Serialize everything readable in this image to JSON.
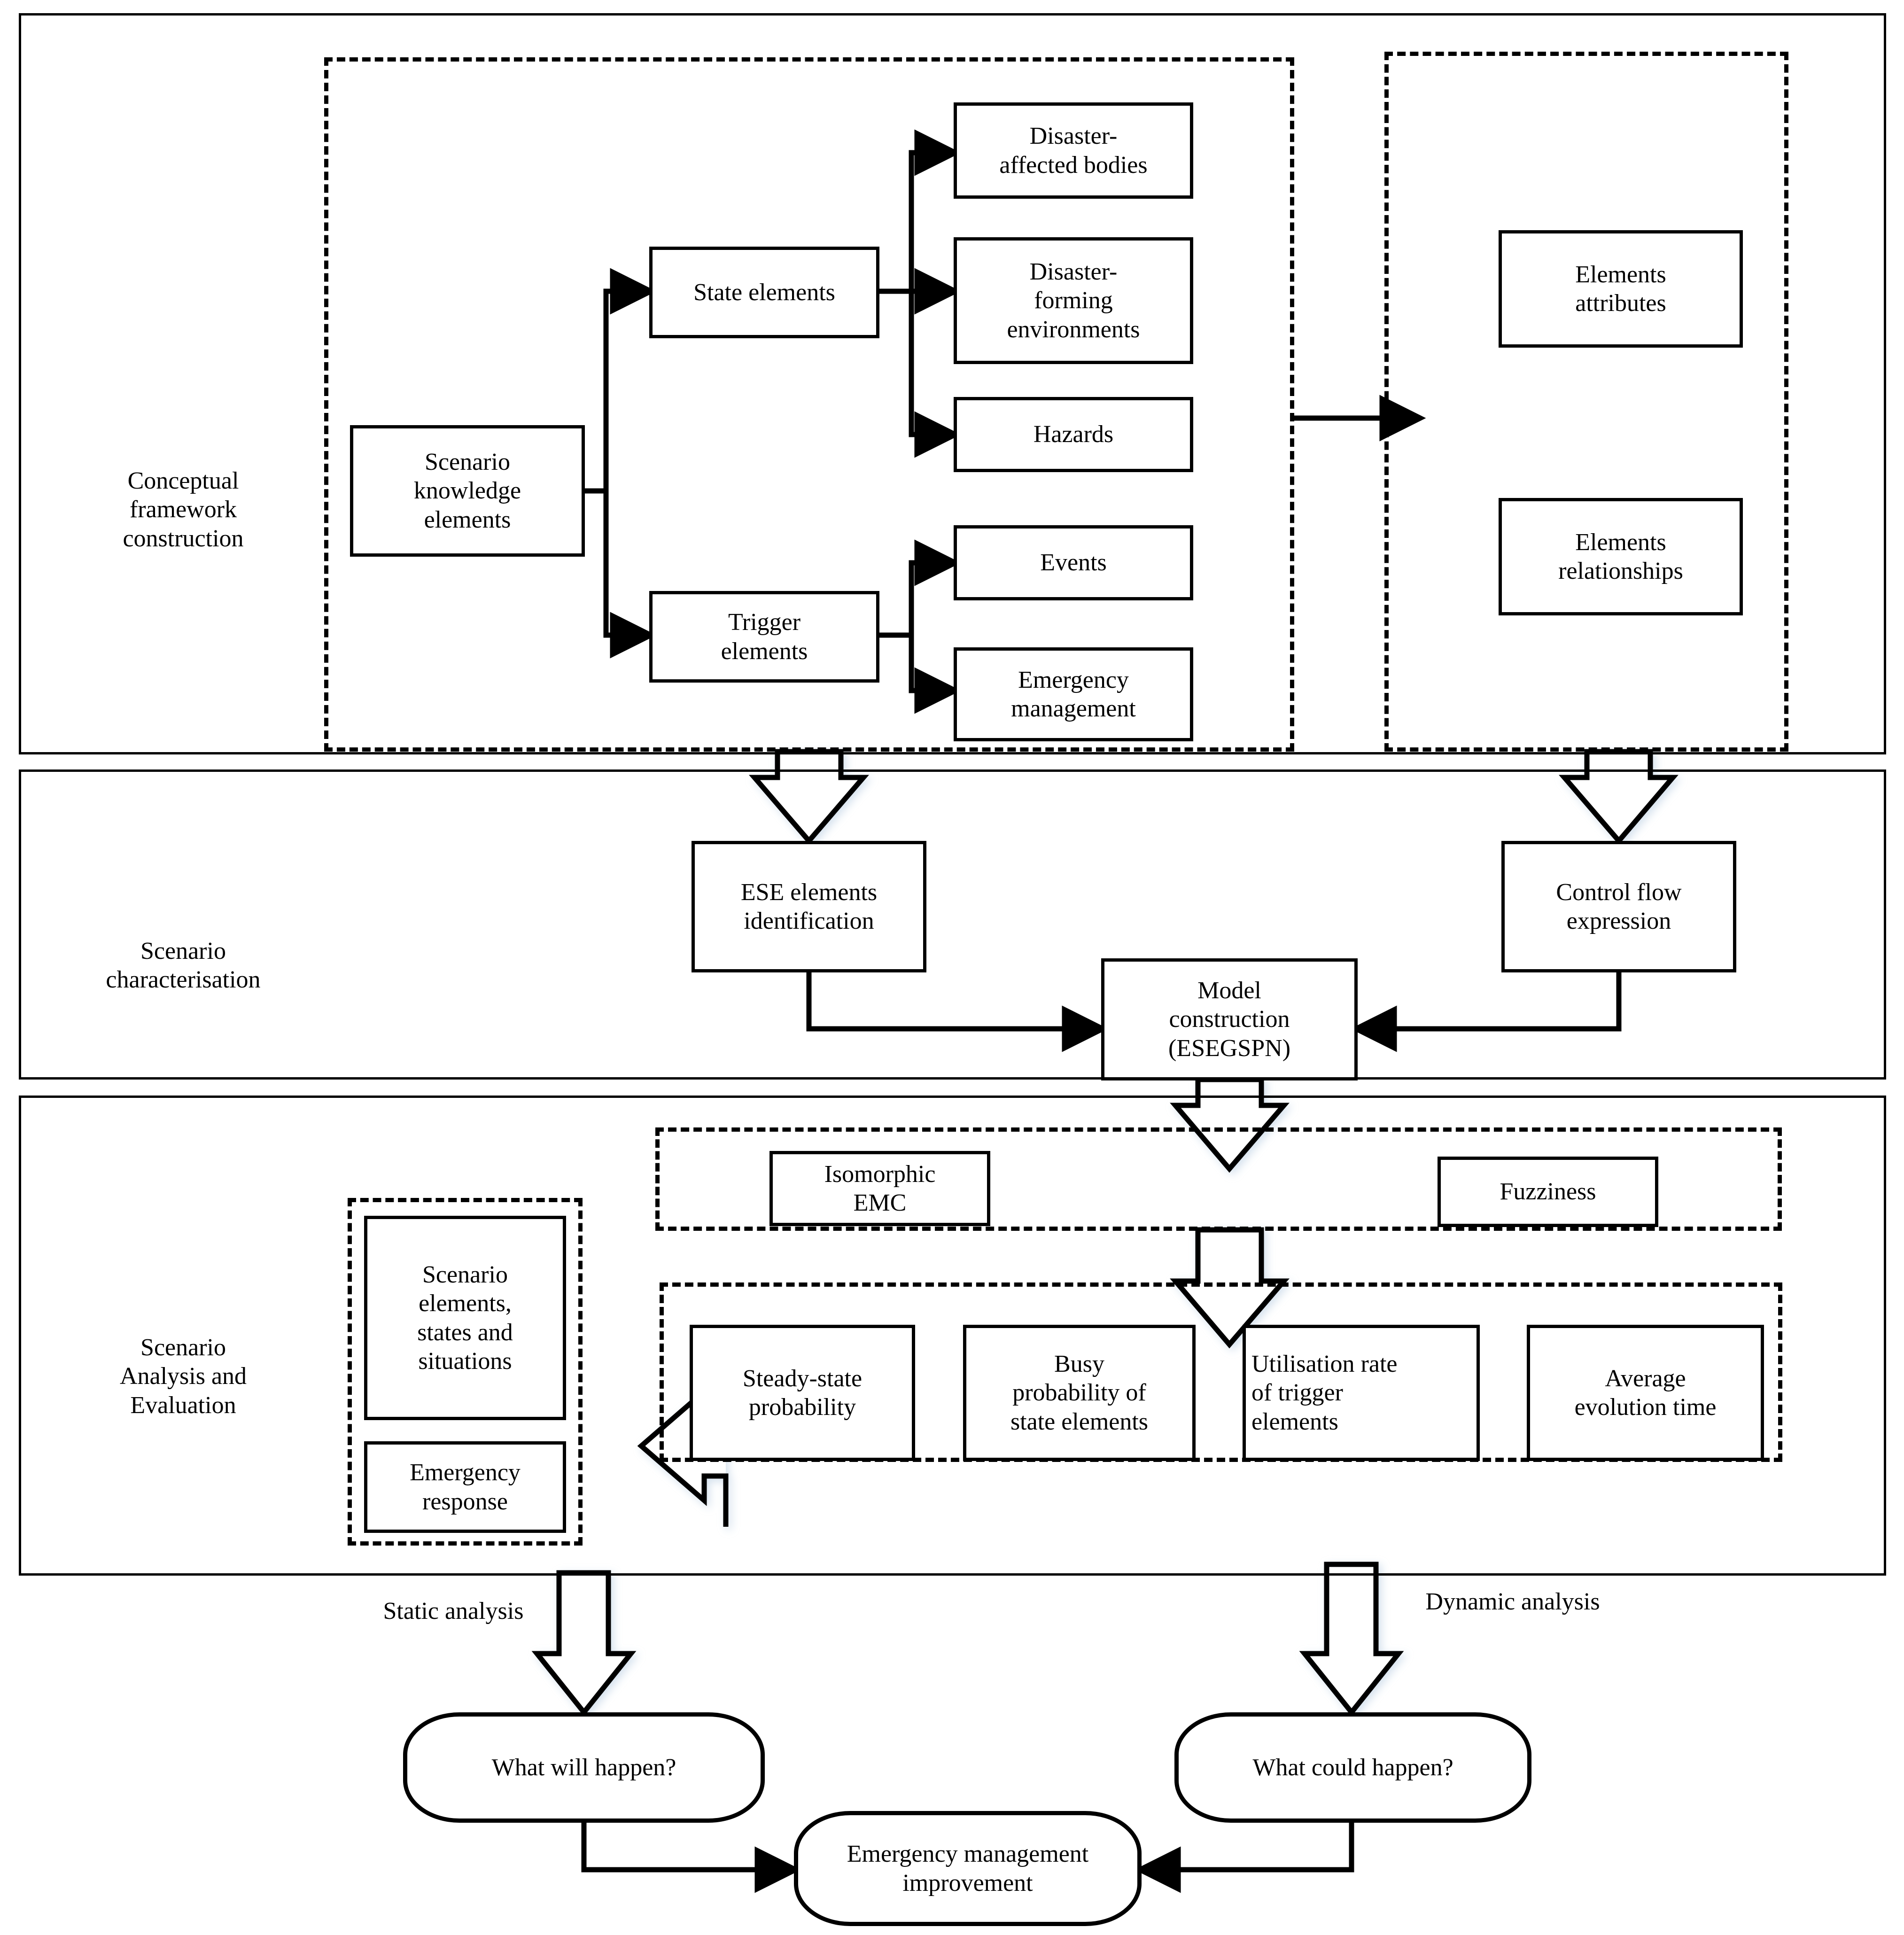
{
  "diagram": {
    "title": "Scenario analysis framework flowchart",
    "sections": [
      {
        "id": "conceptual",
        "label": "Conceptual\nframework\nconstruction"
      },
      {
        "id": "characterisation",
        "label": "Scenario\ncharacterisation"
      },
      {
        "id": "analysis",
        "label": "Scenario\nAnalysis and\nEvaluation"
      }
    ],
    "nodes": {
      "scenario_knowledge_elements": "Scenario\nknowledge\nelements",
      "state_elements": "State elements",
      "trigger_elements": "Trigger\nelements",
      "disaster_affected_bodies": "Disaster-\naffected bodies",
      "disaster_forming_environments": "Disaster-\nforming\nenvironments",
      "hazards": "Hazards",
      "events": "Events",
      "emergency_management": "Emergency\nmanagement",
      "elements_attributes": "Elements\nattributes",
      "elements_relationships": "Elements\nrelationships",
      "ese_elements_identification": "ESE elements\nidentification",
      "control_flow_expression": "Control flow\nexpression",
      "model_construction": "Model\nconstruction\n(ESEGSPN)",
      "isomorphic_emc": "Isomorphic\nEMC",
      "fuzziness": "Fuzziness",
      "scenario_elements_states_situations": "Scenario\nelements,\nstates and\nsituations",
      "emergency_response": "Emergency\nresponse",
      "steady_state_probability": "Steady-state\nprobability",
      "busy_probability_of_state_elements": "Busy\nprobability of\nstate elements",
      "utilisation_rate_of_trigger_elements": "Utilisation rate\nof trigger\nelements",
      "average_evolution_time": "Average\nevolution time",
      "what_will_happen": "What will happen?",
      "what_could_happen": "What could happen?",
      "emergency_management_improvement": "Emergency management\nimprovement"
    },
    "edge_labels": {
      "static_analysis": "Static analysis",
      "dynamic_analysis": "Dynamic analysis"
    },
    "colors": {
      "stroke": "#000000",
      "fill": "#ffffff",
      "glow": "#eef4fb"
    }
  }
}
